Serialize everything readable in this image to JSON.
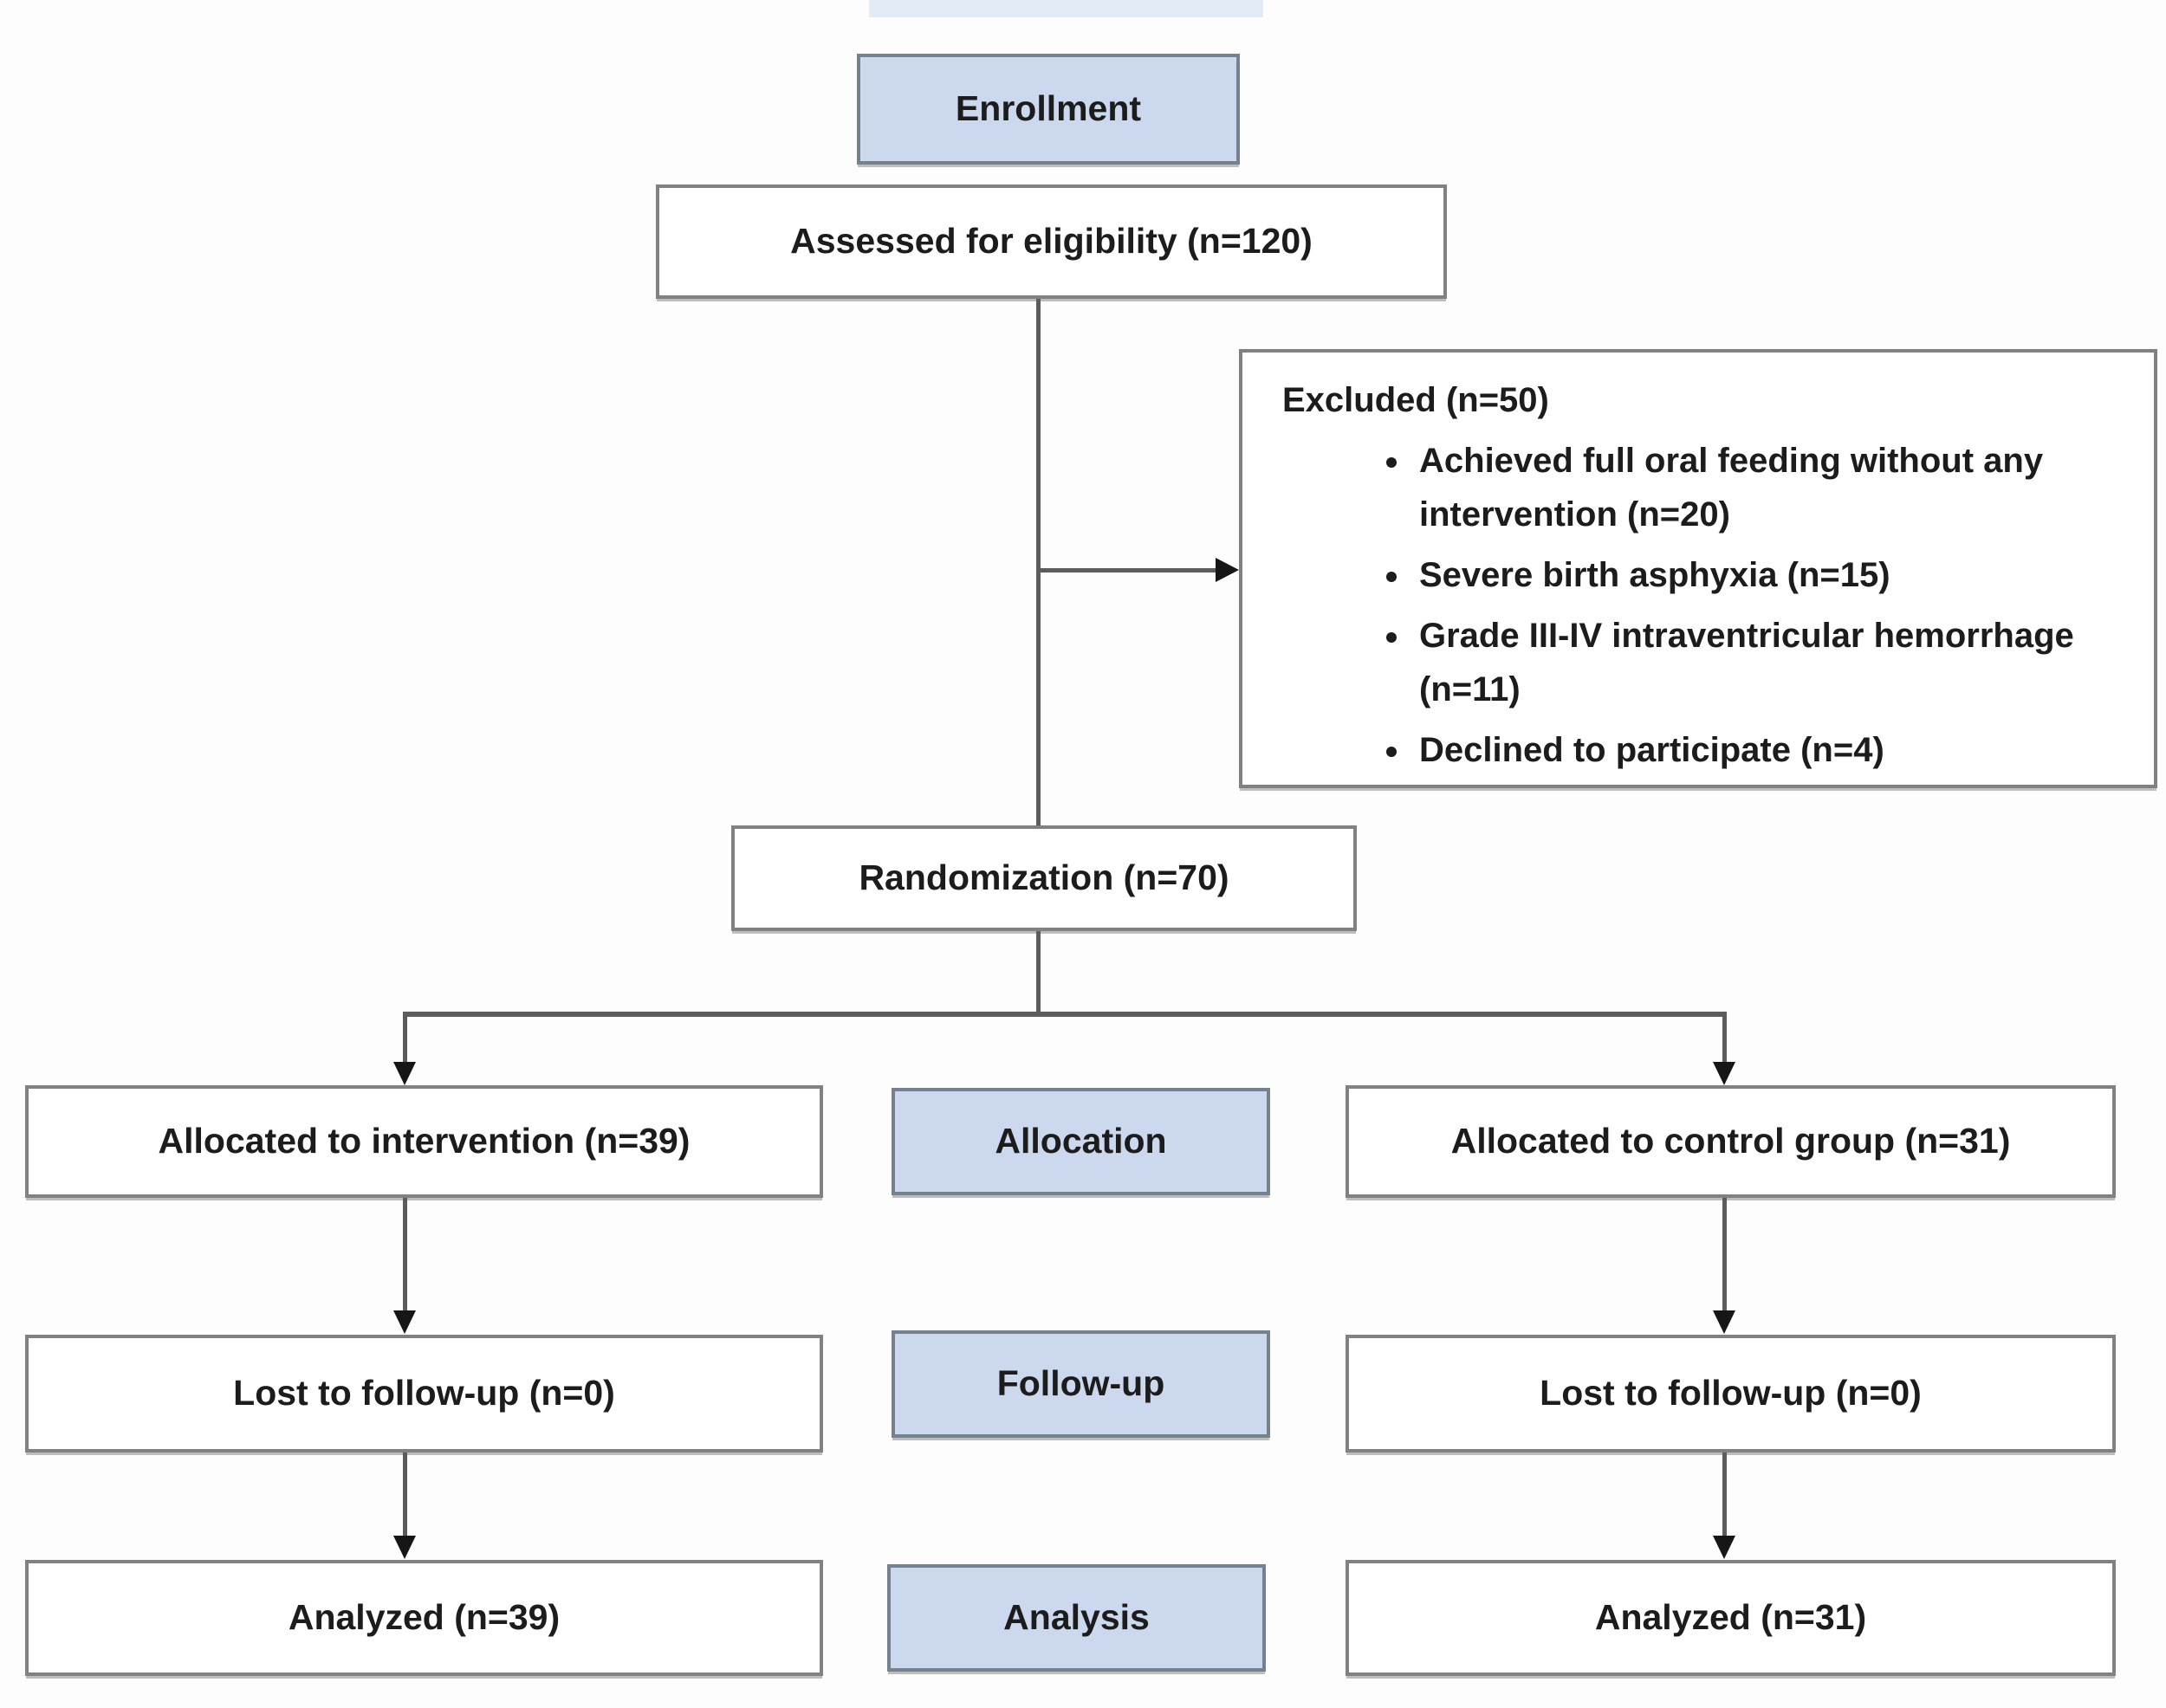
{
  "diagram": {
    "type": "consort-flowchart",
    "enrollment": {
      "stage_label": "Enrollment",
      "assessed": "Assessed for eligibility (n=120)",
      "excluded_title": "Excluded (n=50)",
      "excluded_reasons": [
        "Achieved full oral feeding without any intervention (n=20)",
        "Severe birth asphyxia (n=15)",
        "Grade III-IV intraventricular hemorrhage (n=11)",
        "Declined to participate (n=4)"
      ],
      "randomization": "Randomization (n=70)"
    },
    "allocation": {
      "stage_label": "Allocation",
      "intervention": "Allocated to intervention (n=39)",
      "control": "Allocated to control group (n=31)"
    },
    "follow_up": {
      "stage_label": "Follow-up",
      "intervention": "Lost to follow-up (n=0)",
      "control": "Lost to follow-up (n=0)"
    },
    "analysis": {
      "stage_label": "Analysis",
      "intervention": "Analyzed (n=39)",
      "control": "Analyzed (n=31)"
    },
    "colors": {
      "stage_box_fill": "#cbd8ee",
      "process_box_fill": "#ffffff",
      "box_border": "#818181",
      "connector_line": "#5c5c5c",
      "arrowhead": "#161616",
      "text": "#1c1c1c"
    }
  }
}
